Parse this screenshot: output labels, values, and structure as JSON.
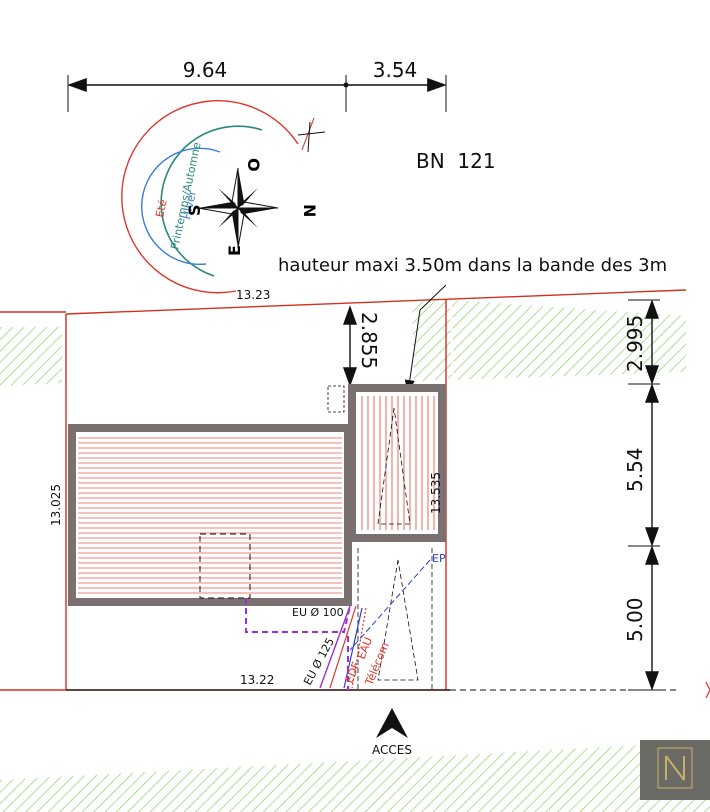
{
  "dimensions": {
    "top_left": "9.64",
    "top_right": "3.54",
    "setback_2855": "2.855",
    "right_2995": "2.995",
    "right_554": "5.54",
    "right_500": "5.00",
    "side_13025": "13.025",
    "inner_13535": "13.535",
    "boundary_1323": "13.23",
    "boundary_1322": "13.22"
  },
  "parcel": {
    "id": "BN  121"
  },
  "note": {
    "height_text": "hauteur maxi 3.50m dans la bande des 3m"
  },
  "sun": {
    "season_summer": "Eté",
    "season_spring_autumn": "Printemps/Automne",
    "season_winter": "Hiver",
    "color_summer": "#e0352b",
    "color_spring": "#2a8a7a",
    "color_winter": "#3a7fd6"
  },
  "compass": {
    "north": "N",
    "south": "S",
    "east": "E",
    "west": "O"
  },
  "networks": {
    "eu100": "EU Ø 100",
    "eu125": "EU Ø 125",
    "edf": "EDF",
    "eau": "EAU",
    "telecom": "Télécom",
    "ep": "EP",
    "color_eu": "#9b2fd6",
    "color_edf": "#e0352b",
    "color_ep": "#2a3fd6"
  },
  "access": {
    "label": "ACCES"
  },
  "colors": {
    "hatch_green": "#8fd06a",
    "roof_red": "#e05a4a",
    "wall_grey": "#7a7070",
    "logo_bg": "#6b6b66"
  }
}
